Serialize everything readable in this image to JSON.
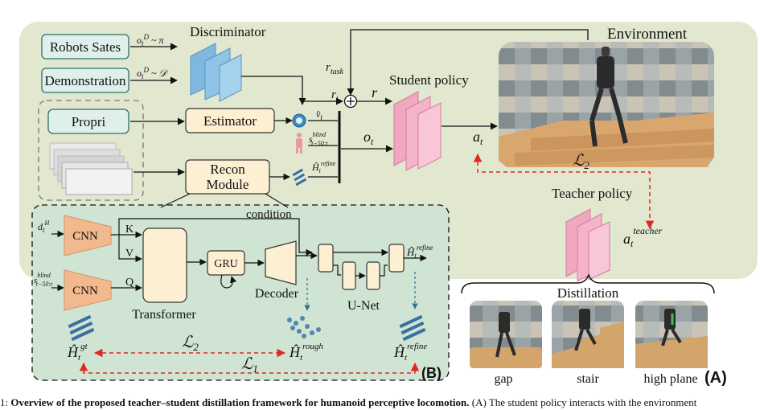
{
  "inputs": {
    "robots_states": "Robots Sates",
    "demonstration": "Demonstration",
    "propri": "Propri"
  },
  "labels": {
    "discriminator": "Discriminator",
    "estimator": "Estimator",
    "recon_line1": "Recon",
    "recon_line2": "Module",
    "environment": "Environment",
    "student_policy": "Student policy",
    "teacher_policy": "Teacher policy",
    "distillation": "Distillation",
    "condition": "condition",
    "cnn": "CNN",
    "transformer": "Transformer",
    "gru": "GRU",
    "decoder": "Decoder",
    "unet": "U-Net",
    "k": "K",
    "v": "V",
    "q": "Q",
    "panel_b": "(B)",
    "panel_a": "(A)"
  },
  "math": {
    "o_pi": "o_t^D ~ π",
    "o_d": "o_t^D ~ 𝒟",
    "r_task": "r_task",
    "r_i": "r_i",
    "r": "r",
    "v_hat": "v̂_t",
    "s_blind": "s_{t−50:t}^blind",
    "h_refine": "Ĥ_t^refine",
    "o_t": "o_t",
    "a_t": "a_t",
    "a_teacher": "a_t^teacher",
    "l2": "ℒ₂",
    "l1": "ℒ₁",
    "d_h": "d_t^H",
    "h_gt": "Ĥ_t^gt",
    "h_rough": "Ĥ_t^rough"
  },
  "thumbnails": [
    "gap",
    "stair",
    "high plane"
  ],
  "caption": {
    "prefix": "1: ",
    "bold": "Overview of the proposed teacher–student distillation framework for humanoid perceptive locomotion.",
    "rest": " (A) The student policy interacts with the environment"
  },
  "colors": {
    "panel_a_bg": "#e2e7cf",
    "panel_b_bg": "#cfe4d2",
    "input_box": "#dff0ea",
    "module_box": "#fdf0d2",
    "cnn": "#f3b98e",
    "discriminator": "#8fc4e8",
    "policy": "#f4b3c9",
    "loss_arrow": "#e0281e"
  }
}
